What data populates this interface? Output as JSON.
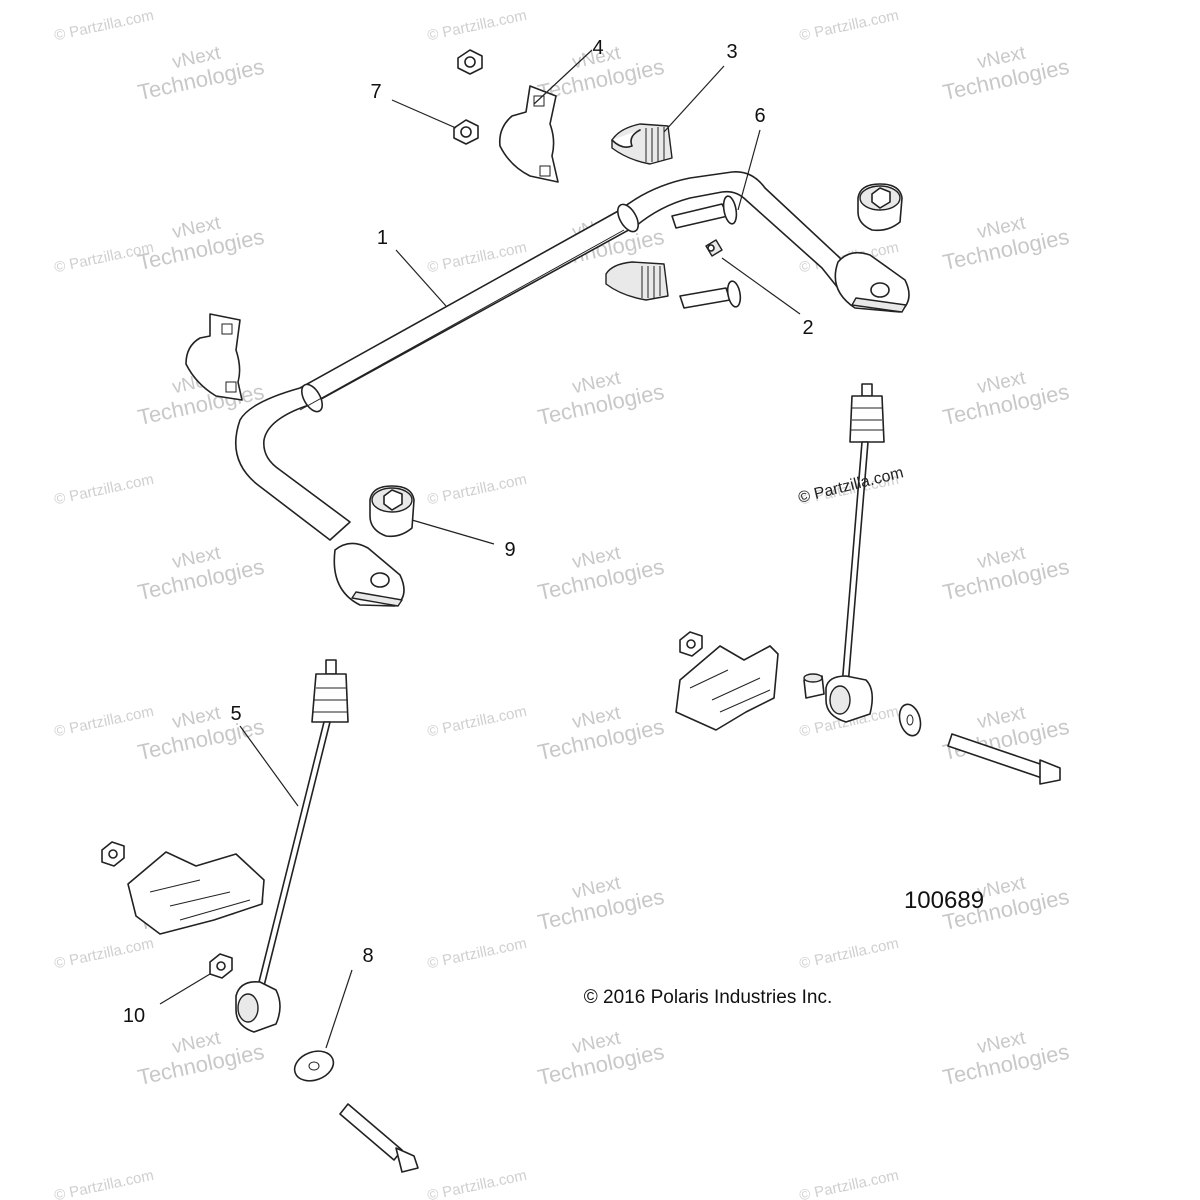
{
  "figure": {
    "id": "100689",
    "copyright": "© 2016 Polaris Industries Inc.",
    "callouts": [
      "1",
      "2",
      "3",
      "4",
      "5",
      "6",
      "7",
      "8",
      "9",
      "10"
    ]
  },
  "watermarks": {
    "brand_line1": "vNext",
    "brand_line2": "Technologies",
    "site": "© Partzilla.com"
  },
  "colors": {
    "line": "#222222",
    "watermark": "#c8c8c8",
    "background": "#ffffff"
  }
}
